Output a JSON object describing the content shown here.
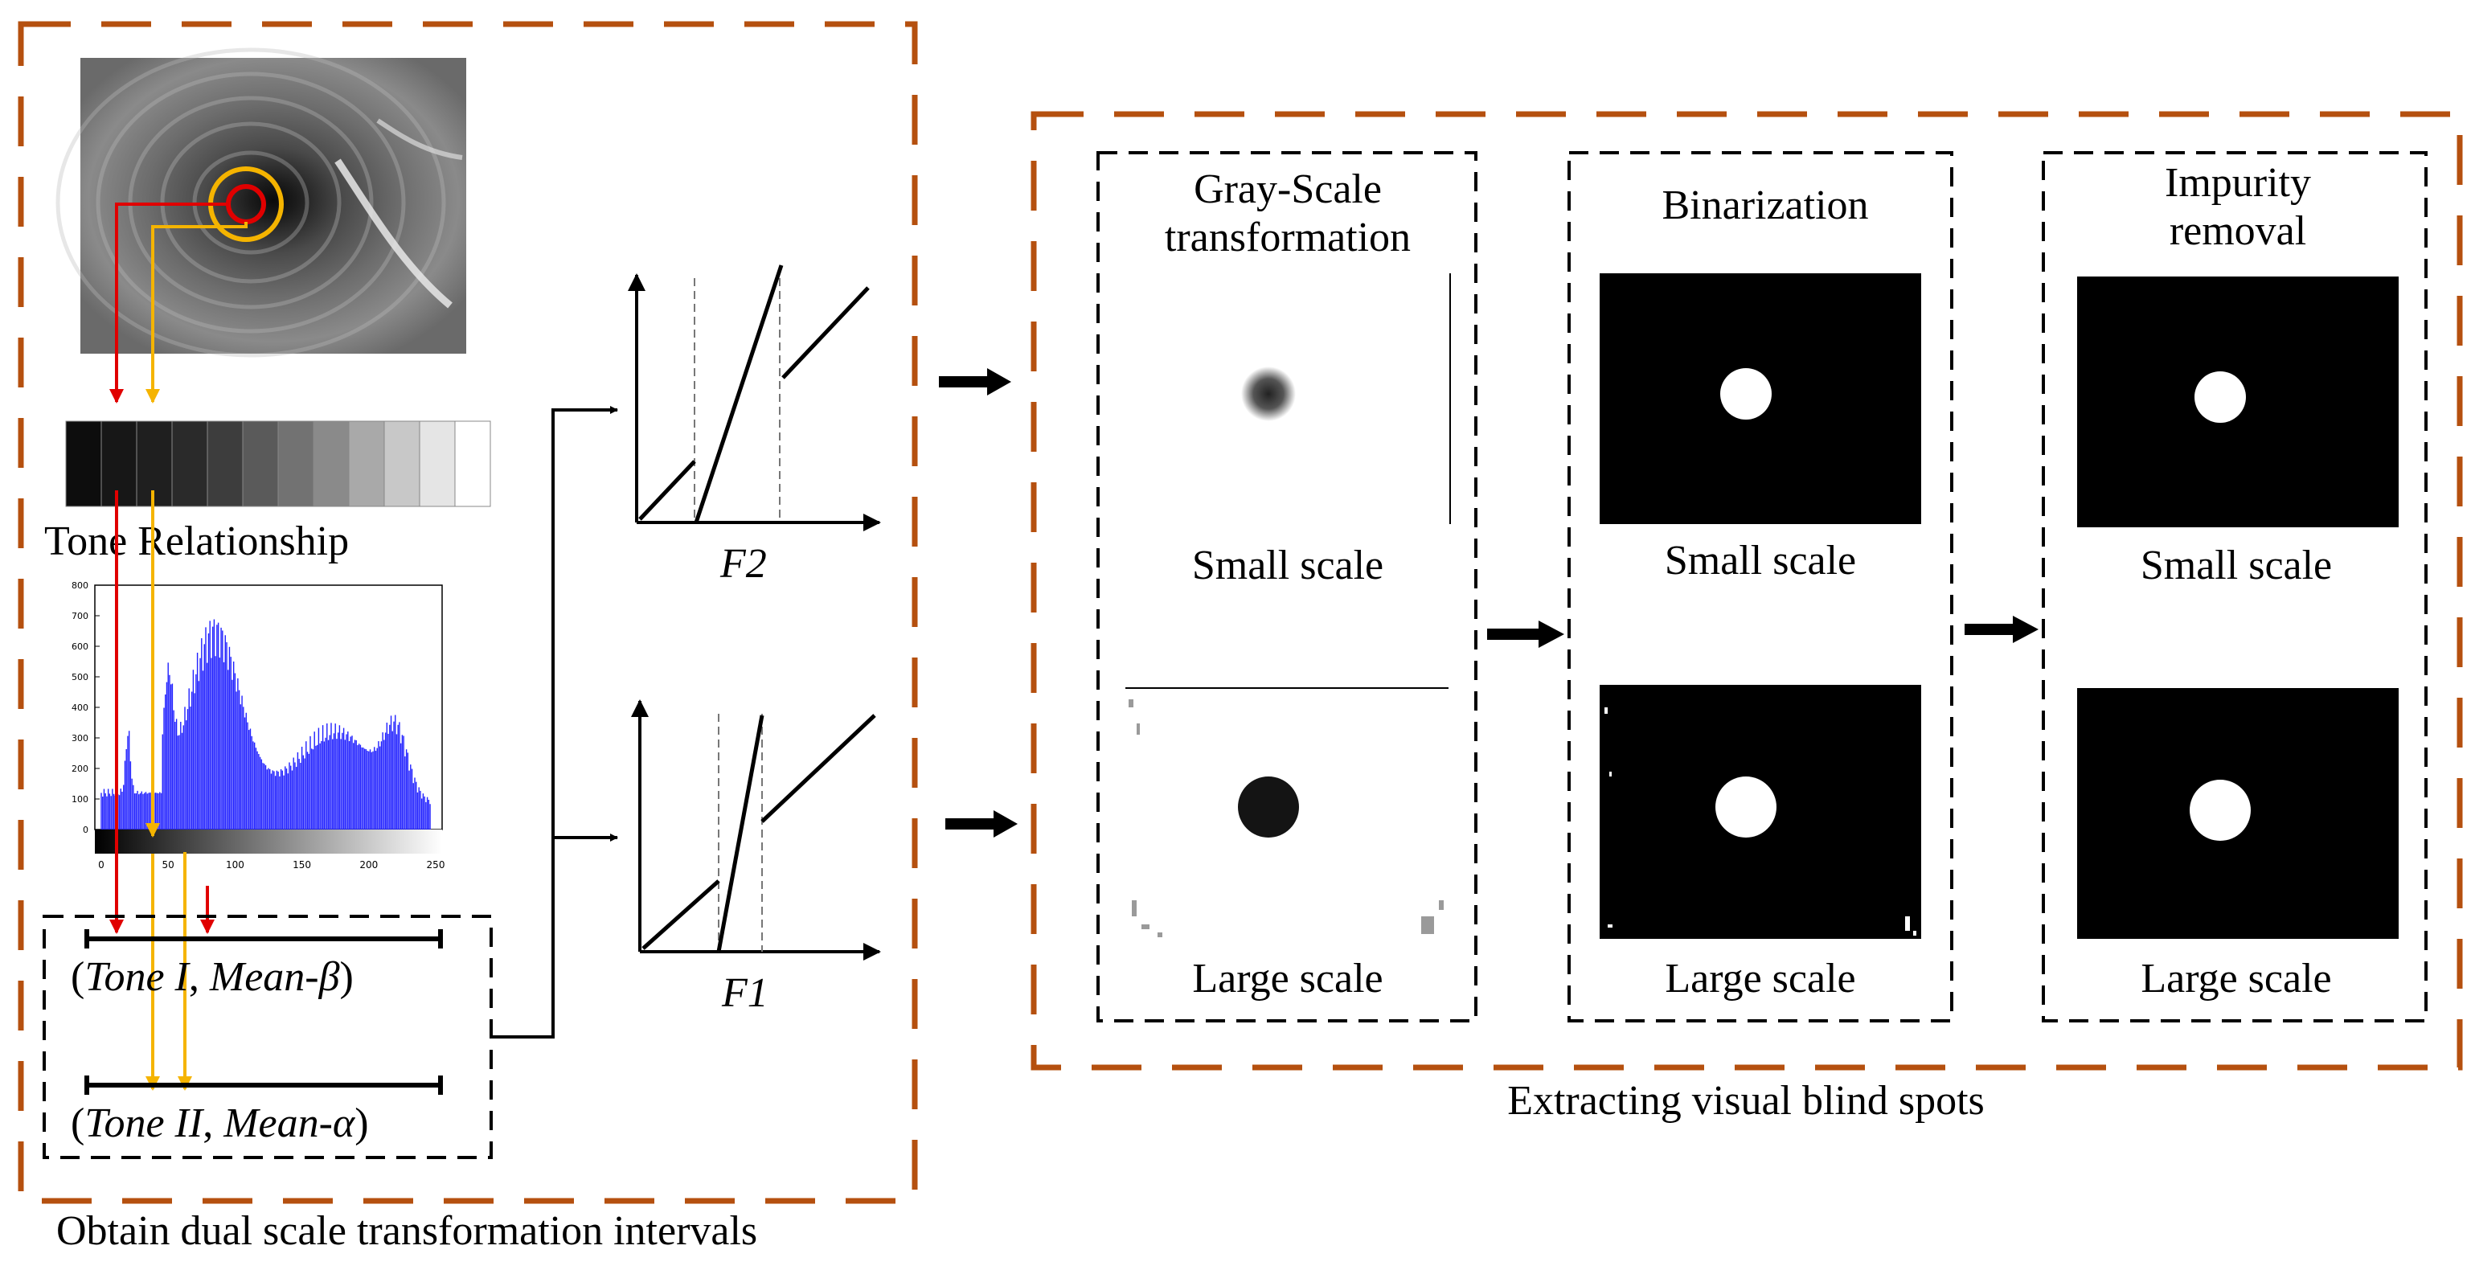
{
  "left_panel": {
    "caption": "Obtain dual scale transformation intervals",
    "tone_label": "Tone Relationship",
    "tone_swatches": [
      "#0d0d0d",
      "#171717",
      "#1f1f1f",
      "#2a2a2a",
      "#3d3d3d",
      "#5a5a5a",
      "#727272",
      "#8a8a8a",
      "#a9a9a9",
      "#c8c8c8",
      "#e5e5e5",
      "#ffffff"
    ],
    "histogram": {
      "y_ticks": [
        "0",
        "100",
        "200",
        "300",
        "400",
        "500",
        "600",
        "700",
        "800"
      ],
      "x_ticks": [
        "0",
        "50",
        "100",
        "150",
        "200",
        "250"
      ],
      "bar_color": "#2020ff"
    },
    "interval_1": {
      "pre": "(",
      "tone": "Tone I",
      "sep": ", ",
      "mean": "Mean-β",
      "post": ")"
    },
    "interval_2": {
      "pre": "(",
      "tone": "Tone II",
      "sep": ", ",
      "mean": "Mean-α",
      "post": ")"
    },
    "colors": {
      "border": "#b5500f",
      "red": "#e00000",
      "orange": "#f5b400"
    }
  },
  "functions": {
    "f2": "F2",
    "f1": "F1"
  },
  "right_panel": {
    "caption": "Extracting visual blind spots",
    "stages": [
      {
        "title_line1": "Gray-Scale",
        "title_line2": "transformation",
        "small": "Small scale",
        "large": "Large scale"
      },
      {
        "title_line1": "Binarization",
        "title_line2": "",
        "small": "Small scale",
        "large": "Large scale"
      },
      {
        "title_line1": "Impurity",
        "title_line2": "removal",
        "small": "Small scale",
        "large": "Large scale"
      }
    ]
  }
}
